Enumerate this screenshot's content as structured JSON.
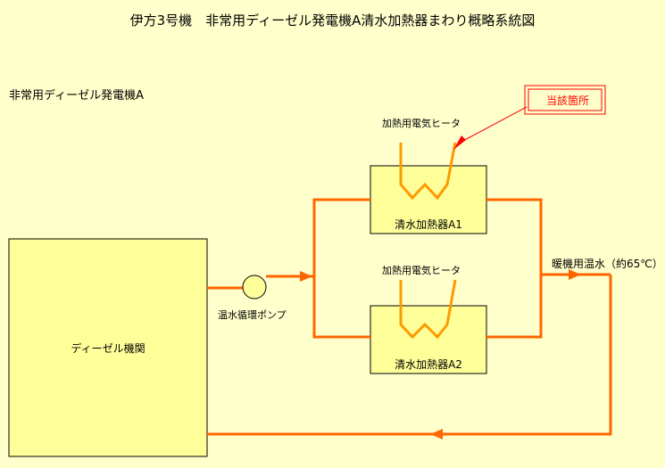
{
  "title": "伊方3号機　非常用ディーゼル発電機A清水加熱器まわり概略系統図",
  "subtitle": "非常用ディーゼル発電機A",
  "components": {
    "engine": "ディーゼル機関",
    "pump": "温水循環ポンプ",
    "heater_a1": "清水加熱器A1",
    "heater_a2": "清水加熱器A2",
    "electric_heater_1": "加熱用電気ヒータ",
    "electric_heater_2": "加熱用電気ヒータ",
    "warm_water": "暖機用温水（約65℃）"
  },
  "callout": {
    "label": "当該箇所",
    "color": "#ff0000"
  },
  "colors": {
    "background": "#ffffcc",
    "pipe": "#ff6600",
    "heater_element": "#ff9900",
    "box_fill": "#ffff99",
    "callout": "#ff0000"
  }
}
